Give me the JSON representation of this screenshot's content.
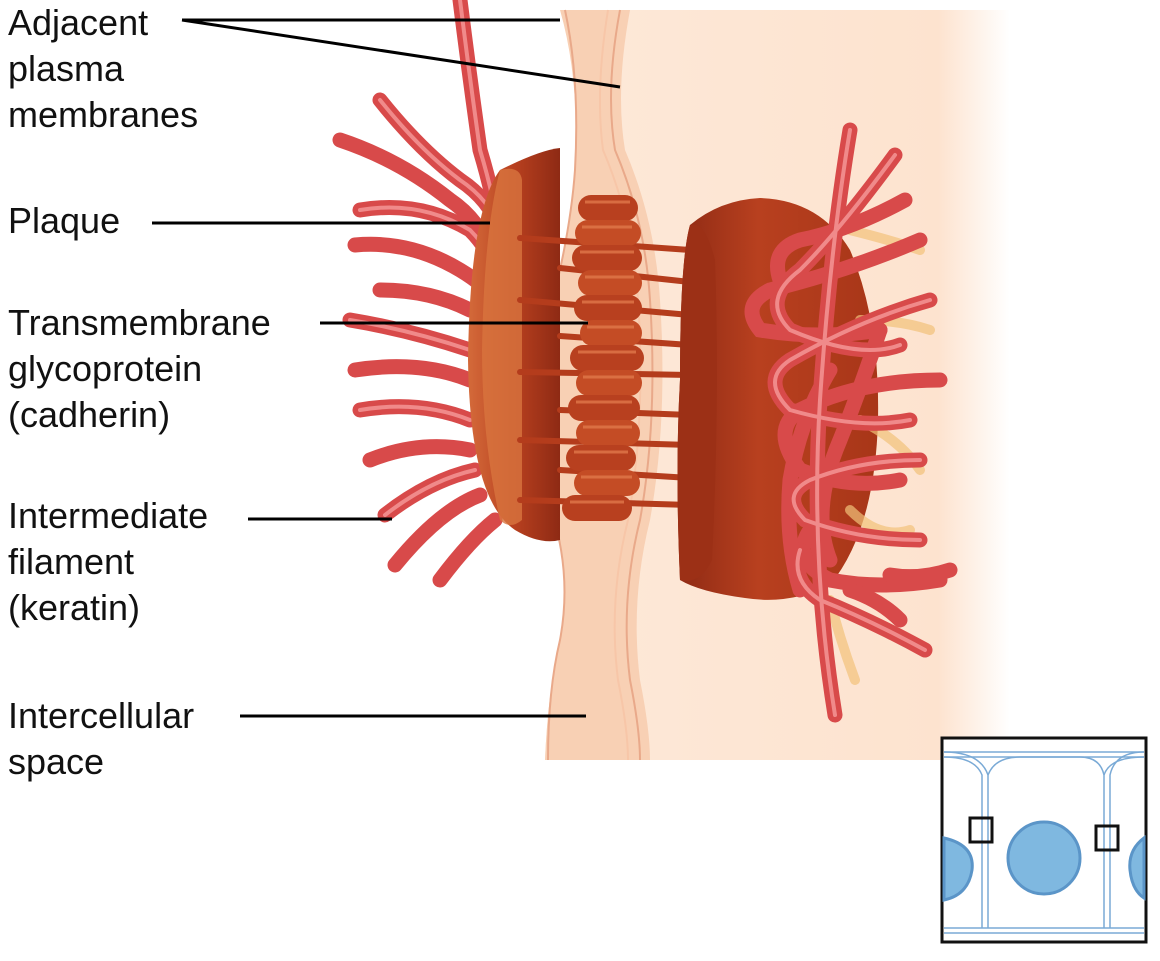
{
  "labels": {
    "adjacent_membranes": "Adjacent\nplasma\nmembranes",
    "plaque": "Plaque",
    "transmembrane_glycoprotein": "Transmembrane\nglycoprotein\n(cadherin)",
    "intermediate_filament": "Intermediate\nfilament\n(keratin)",
    "intercellular_space": "Intercellular\nspace"
  },
  "colors": {
    "cytoplasm": "#fde7d6",
    "membrane_space": "#f9d3b8",
    "plaque": "#b8401f",
    "plaque_dark": "#8e2a14",
    "cadherin": "#c04a26",
    "filament": "#e05a5a",
    "filament_highlight": "#f19191",
    "inset_cell_border": "#7aaad6",
    "inset_nucleus": "#7fb8e0"
  }
}
